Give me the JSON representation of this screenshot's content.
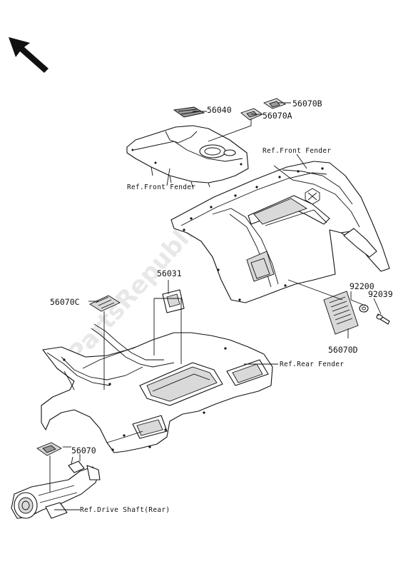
{
  "diagram": {
    "watermark": "PartsRepublik",
    "orientation_arrow": "arrow-up-left-icon",
    "part_labels": {
      "p56040": "56040",
      "p56070B": "56070B",
      "p56070A": "56070A",
      "p56031": "56031",
      "p56070C": "56070C",
      "p92200": "92200",
      "p92039": "92039",
      "p56070D": "56070D",
      "p56070": "56070"
    },
    "reference_labels": {
      "front_fender_right": "Ref.Front Fender",
      "front_fender_left": "Ref.Front Fender",
      "rear_fender": "Ref.Rear Fender",
      "drive_shaft": "Ref.Drive Shaft(Rear)"
    }
  }
}
